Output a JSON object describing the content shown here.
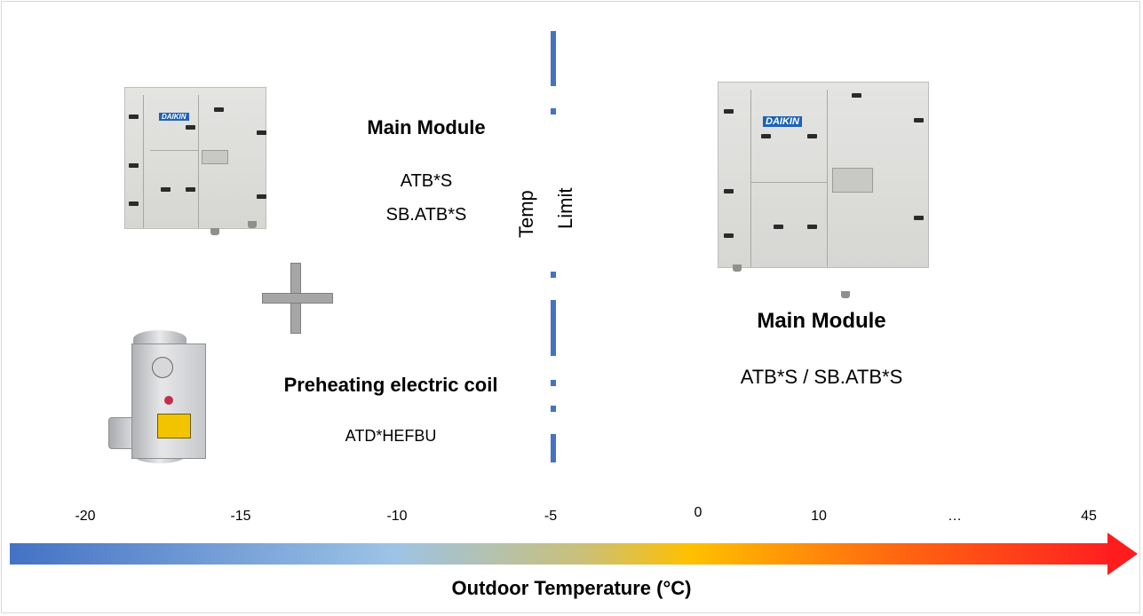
{
  "left": {
    "main_module_title": "Main Module",
    "main_module_models": [
      "ATB*S",
      "SB.ATB*S"
    ],
    "coil_title": "Preheating electric coil",
    "coil_model": "ATD*HEFBU"
  },
  "limit_label": [
    "Temp",
    "Limit"
  ],
  "right": {
    "main_module_title": "Main Module",
    "main_module_models": "ATB*S / SB.ATB*S"
  },
  "unit_logo": "DAIKIN",
  "axis": {
    "ticks": [
      "-20",
      "-15",
      "-10",
      "-5",
      "0",
      "10",
      "…",
      "45"
    ],
    "title": "Outdoor Temperature (°C)",
    "gradient_colors": [
      "#4472c4",
      "#9dc3e6",
      "#ffc000",
      "#ff2020"
    ]
  },
  "colors": {
    "limit_line": "#4472c4",
    "plus": "#a6a6a6"
  },
  "icons": [
    "plus-icon",
    "hvac-unit-image",
    "electric-coil-image"
  ]
}
